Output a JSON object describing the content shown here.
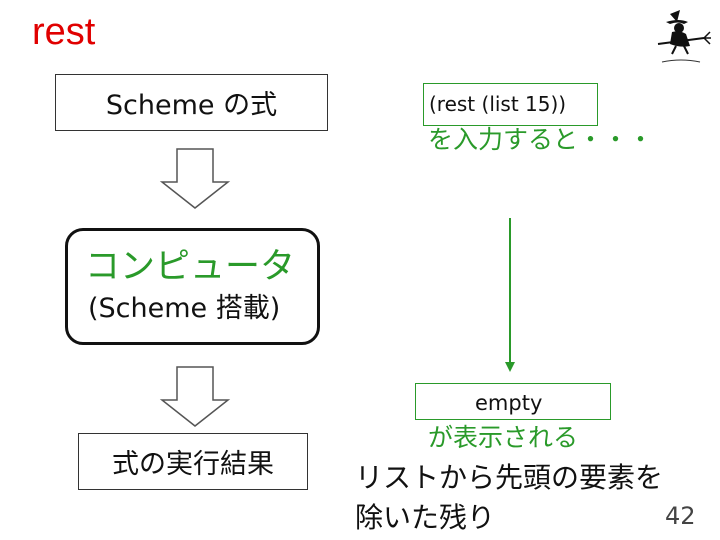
{
  "title": "rest",
  "boxes": {
    "expression": "Scheme の式",
    "computer_label": "コンピュータ",
    "computer_sub": "(Scheme 搭載)",
    "result": "式の実行結果"
  },
  "input": {
    "code": "(rest (list 15))",
    "caption": "を入力すると・・・"
  },
  "output": {
    "code": "empty",
    "caption": "が表示される"
  },
  "description": {
    "line1": "リストから先頭の要素を",
    "line2": "除いた残り"
  },
  "page_number": "42",
  "colors": {
    "title": "#e00000",
    "accent_green": "#2a9a2a",
    "text": "#111111"
  },
  "icons": {
    "logo": "witch-on-broom-icon"
  }
}
